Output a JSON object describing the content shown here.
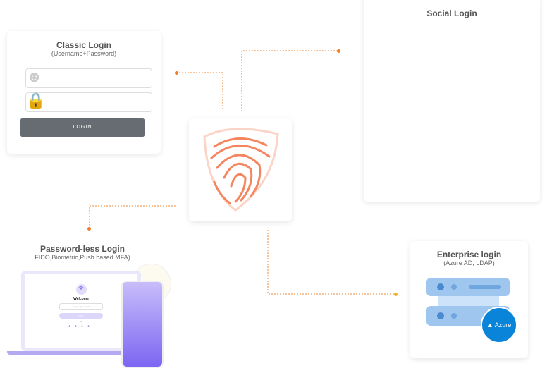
{
  "classic": {
    "title": "Classic Login",
    "subtitle": "(Username+Password)",
    "login_button": "LOGIN"
  },
  "social": {
    "title": "Social Login"
  },
  "passwordless": {
    "title": "Password-less Login",
    "subtitle": "FIDO,Biometric,Push based MFA)",
    "welcome": "Welcome",
    "email_placeholder": "example@magic.link",
    "login_button": "Login",
    "or": "or"
  },
  "enterprise": {
    "title": "Enterprise login",
    "subtitle": "(Azure AD, LDAP)",
    "azure_label": "Azure"
  },
  "colors": {
    "accent": "#f07b2a",
    "azure": "#0a84d8",
    "phone": "#8e79f0"
  }
}
